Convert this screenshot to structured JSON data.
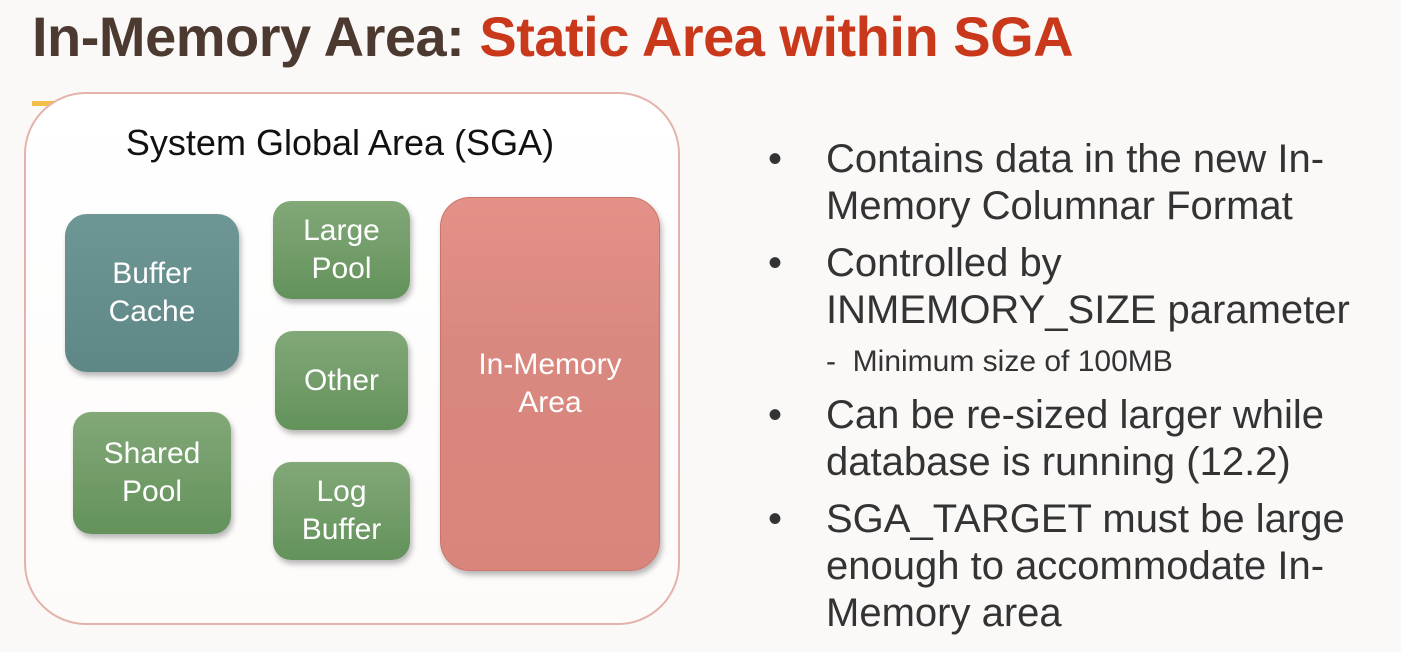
{
  "title": {
    "part1": "In-Memory Area: ",
    "part2": "Static Area within SGA"
  },
  "diagram": {
    "container_label": "System Global Area (SGA)",
    "components": {
      "buffer_cache": "Buffer\nCache",
      "shared_pool": "Shared\nPool",
      "large_pool": "Large\nPool",
      "other": "Other",
      "log_buffer": "Log\nBuffer",
      "in_memory_area": "In-Memory\nArea"
    },
    "colors": {
      "buffer_cache": "#5e8785",
      "pools": "#6f9a66",
      "in_memory": "#d98880",
      "title_dark": "#4c3a30",
      "title_accent": "#c9381a"
    }
  },
  "bullets": {
    "marker": "•",
    "sub_marker": "-",
    "items": [
      "Contains data in the new In-\nMemory Columnar Format",
      "Controlled by INMEMORY_SIZE parameter",
      "Can be re-sized larger while database is running (12.2)",
      "SGA_TARGET must be large enough to accommodate In-Memory area"
    ],
    "sub_item": "Minimum size of 100MB"
  }
}
